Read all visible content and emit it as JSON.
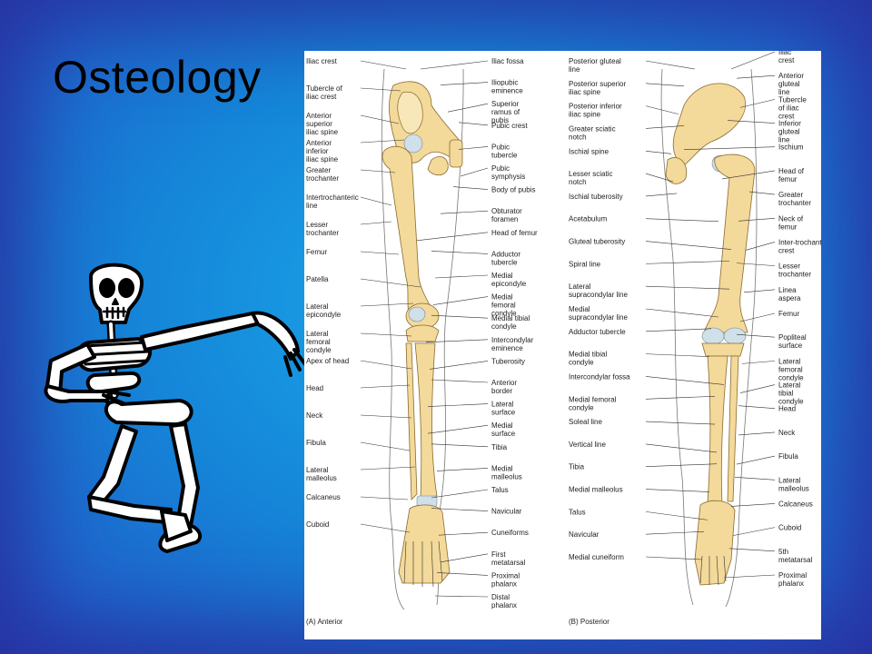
{
  "slide": {
    "title": "Osteology"
  },
  "figure": {
    "caption_anterior": "(A) Anterior",
    "caption_posterior": "(B) Posterior",
    "anterior_left_labels": [
      "Iliac crest",
      "Tubercle of iliac crest",
      "Anterior superior iliac spine",
      "Anterior inferior iliac spine",
      "Greater trochanter",
      "Intertrochanteric line",
      "Lesser trochanter",
      "Femur",
      "Patella",
      "Lateral epicondyle",
      "Lateral femoral condyle",
      "Apex of head",
      "Head",
      "Neck",
      "Fibula",
      "Lateral malleolus",
      "Calcaneus",
      "Cuboid"
    ],
    "anterior_right_labels": [
      "Iliac fossa",
      "Iliopubic eminence",
      "Superior ramus of pubis",
      "Pubic crest",
      "Pubic tubercle",
      "Pubic symphysis",
      "Body of pubis",
      "Obturator foramen",
      "Head of femur",
      "Adductor tubercle",
      "Medial epicondyle",
      "Medial femoral condyle",
      "Medial tibial condyle",
      "Intercondylar eminence",
      "Tuberosity",
      "Anterior border",
      "Lateral surface",
      "Medial surface",
      "Tibia",
      "Medial malleolus",
      "Talus",
      "Navicular",
      "Cuneiforms",
      "First metatarsal",
      "Proximal phalanx",
      "Distal phalanx"
    ],
    "posterior_left_labels": [
      "Posterior gluteal line",
      "Posterior superior iliac spine",
      "Posterior inferior iliac spine",
      "Greater sciatic notch",
      "Ischial spine",
      "Lesser sciatic notch",
      "Ischial tuberosity",
      "Acetabulum",
      "Gluteal tuberosity",
      "Spiral line",
      "Lateral supracondylar line",
      "Medial supracondylar line",
      "Adductor tubercle",
      "Medial tibial condyle",
      "Intercondylar fossa",
      "Medial femoral condyle",
      "Soleal line",
      "Vertical line",
      "Tibia",
      "Medial malleolus",
      "Talus",
      "Navicular",
      "Medial cuneiform"
    ],
    "posterior_right_labels": [
      "Iliac crest",
      "Anterior gluteal line",
      "Tubercle of iliac crest",
      "Inferior gluteal line",
      "Ischium",
      "Head of femur",
      "Greater trochanter",
      "Neck of femur",
      "Inter-trochanteric crest",
      "Lesser trochanter",
      "Linea aspera",
      "Femur",
      "Popliteal surface",
      "Lateral femoral condyle",
      "Lateral tibial condyle",
      "Head",
      "Neck",
      "Fibula",
      "Lateral malleolus",
      "Calcaneus",
      "Cuboid",
      "5th metatarsal",
      "Proximal phalanx"
    ]
  },
  "colors": {
    "bone": "#f3d99a",
    "background_center": "#1aa6e8",
    "background_edge": "#2a2f9a"
  },
  "icons": {
    "clipart": "dancing-skeleton-clipart"
  }
}
